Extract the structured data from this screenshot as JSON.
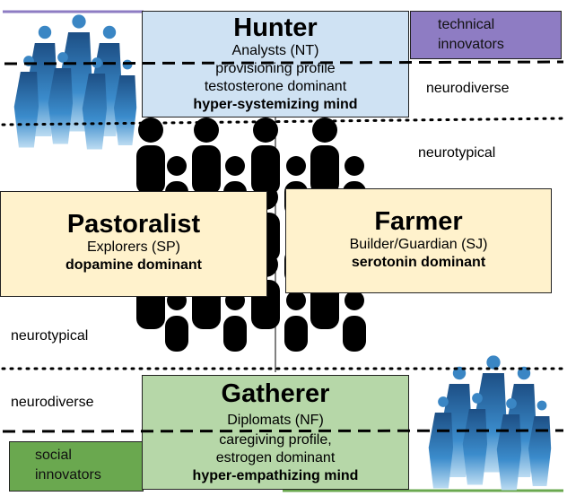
{
  "hunter": {
    "title": "Hunter",
    "lines": [
      "Analysts (NT)",
      "provisioning profile",
      "testosterone dominant"
    ],
    "bold": "hyper-systemizing mind"
  },
  "pastoralist": {
    "title": "Pastoralist",
    "line": "Explorers (SP)",
    "bold": "dopamine dominant"
  },
  "farmer": {
    "title": "Farmer",
    "line": "Builder/Guardian (SJ)",
    "bold": "serotonin dominant"
  },
  "gatherer": {
    "title": "Gatherer",
    "lines": [
      "Diplomats (NF)",
      "caregiving profile,",
      "estrogen dominant"
    ],
    "bold": "hyper-empathizing mind"
  },
  "labels": {
    "technical": "technical innovators",
    "social": "social innovators",
    "neurodiverse_top": "neurodiverse",
    "neurotypical_top": "neurotypical",
    "neurotypical_bottom": "neurotypical",
    "neurodiverse_bottom": "neurodiverse"
  },
  "colors": {
    "hunter": "#cfe2f3",
    "technical": "#8e7cc3",
    "pastoral": "#fff2cc",
    "gatherer": "#b6d7a8",
    "social": "#6aa84f",
    "people": "#2a6fa8"
  }
}
